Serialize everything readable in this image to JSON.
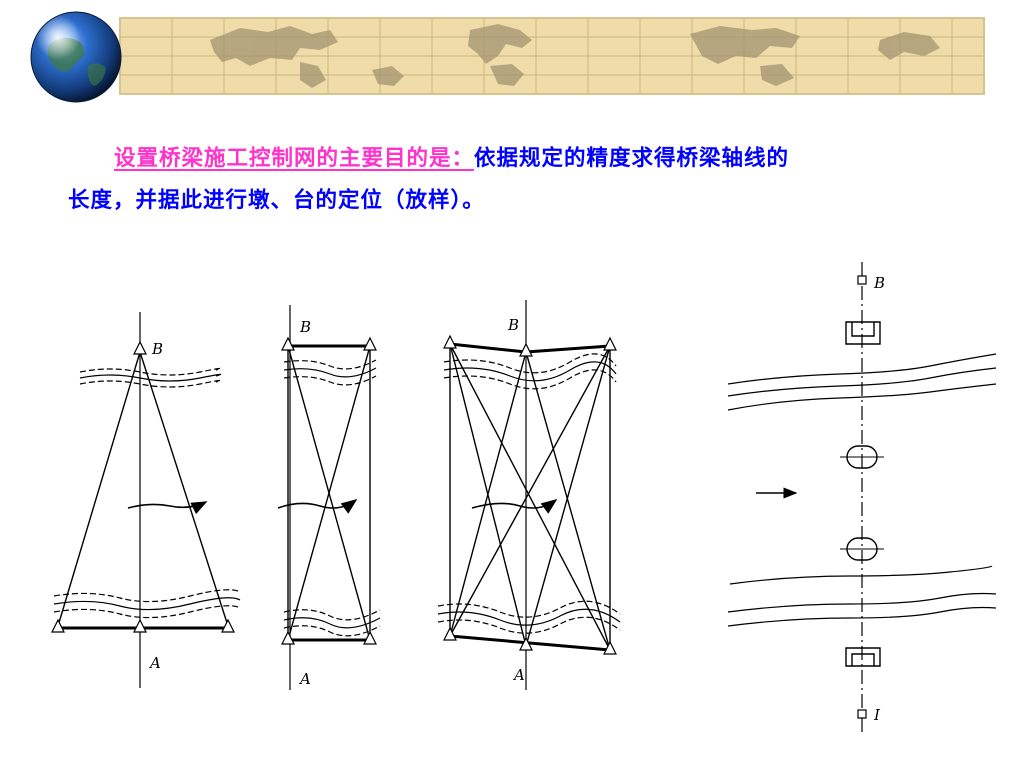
{
  "slide": {
    "lead_text": "设置桥梁施工控制网的主要目的是：",
    "body_text_line1": "依据规定的精度求得桥梁轴线的",
    "body_text_line2": "长度，并据此进行墩、台的定位（放样）。"
  },
  "diagram": {
    "figure1": {
      "top_label": "B",
      "bottom_label": "A"
    },
    "figure2": {
      "top_label": "B",
      "bottom_label": "A"
    },
    "figure3": {
      "top_label": "B",
      "bottom_label": "A"
    },
    "figure4": {
      "top_label": "B",
      "bottom_label": "Ⅰ"
    }
  },
  "colors": {
    "banner_bg": "#efdca8",
    "grid": "#c8b680",
    "continents": "#a39572",
    "globe_ocean": "#1b4f9c",
    "lead_text": "#ff33cc",
    "body_text": "#0000ff"
  }
}
